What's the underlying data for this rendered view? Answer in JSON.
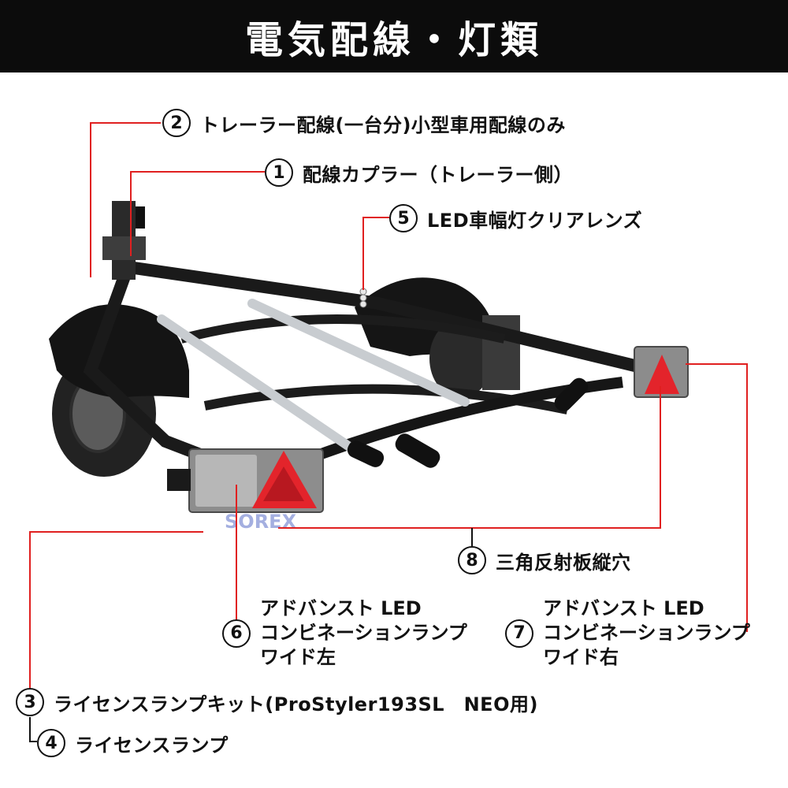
{
  "header": {
    "title": "電気配線・灯類"
  },
  "colors": {
    "header_bg": "#0c0c0c",
    "leader_line": "#e02020",
    "reflector": "#e3242b",
    "frame": "#1a1a1a",
    "galvanized": "#c8ccd0"
  },
  "callouts": [
    {
      "number": "2",
      "label": "トレーラー配線(一台分)小型車用配線のみ"
    },
    {
      "number": "1",
      "label": "配線カプラー（トレーラー側）"
    },
    {
      "number": "5",
      "label": "LED車幅灯クリアレンズ"
    },
    {
      "number": "8",
      "label": "三角反射板縦穴"
    },
    {
      "number": "6",
      "lines": [
        "アドバンスト LED",
        "コンビネーションランプ",
        "ワイド左"
      ]
    },
    {
      "number": "7",
      "lines": [
        "アドバンスト LED",
        "コンビネーションランプ",
        "ワイド右"
      ]
    },
    {
      "number": "3",
      "label": "ライセンスランプキット(ProStyler193SL　NEO用)"
    },
    {
      "number": "4",
      "label": "ライセンスランプ"
    }
  ],
  "watermark": {
    "brand": "SOREX"
  }
}
